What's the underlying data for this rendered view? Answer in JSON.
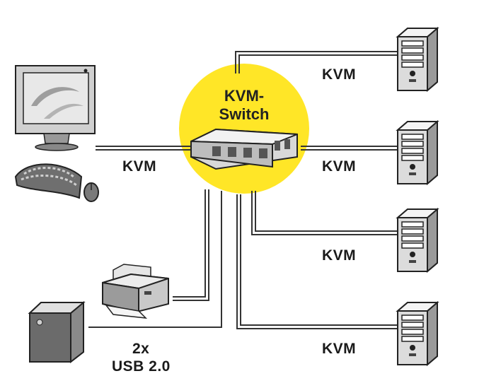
{
  "switch": {
    "title_line1": "KVM-",
    "title_line2": "Switch",
    "accent": "#ffe627"
  },
  "links": {
    "computer": "KVM",
    "server1": "KVM",
    "server2": "KVM",
    "server3": "KVM",
    "server4": "KVM",
    "usb_line1": "2x",
    "usb_line2": "USB 2.0"
  },
  "icons": [
    "monitor-icon",
    "keyboard-icon",
    "mouse-icon",
    "kvm-switch-icon",
    "printer-icon",
    "external-drive-icon",
    "server-tower-icon"
  ]
}
